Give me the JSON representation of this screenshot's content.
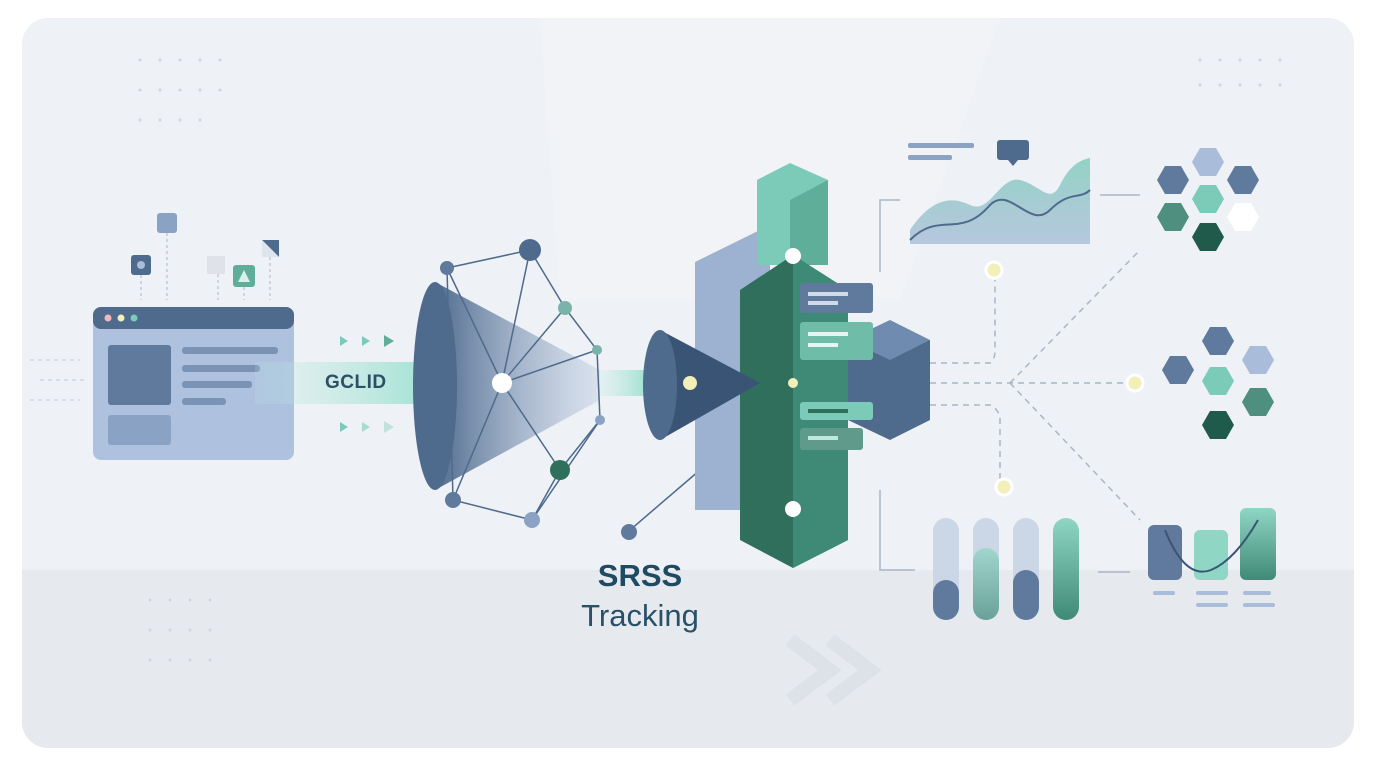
{
  "labels": {
    "gclid": "GCLID",
    "title": "SRSS",
    "subtitle": "Tracking"
  },
  "colors": {
    "background": "#eef1f5",
    "slate": "#5f7a9c",
    "light_blue": "#a9bcd9",
    "teal": "#7ccbb8",
    "dark_green": "#2f6f5c",
    "text": "#1f4a63",
    "yellow_dot": "#f2efb8"
  }
}
